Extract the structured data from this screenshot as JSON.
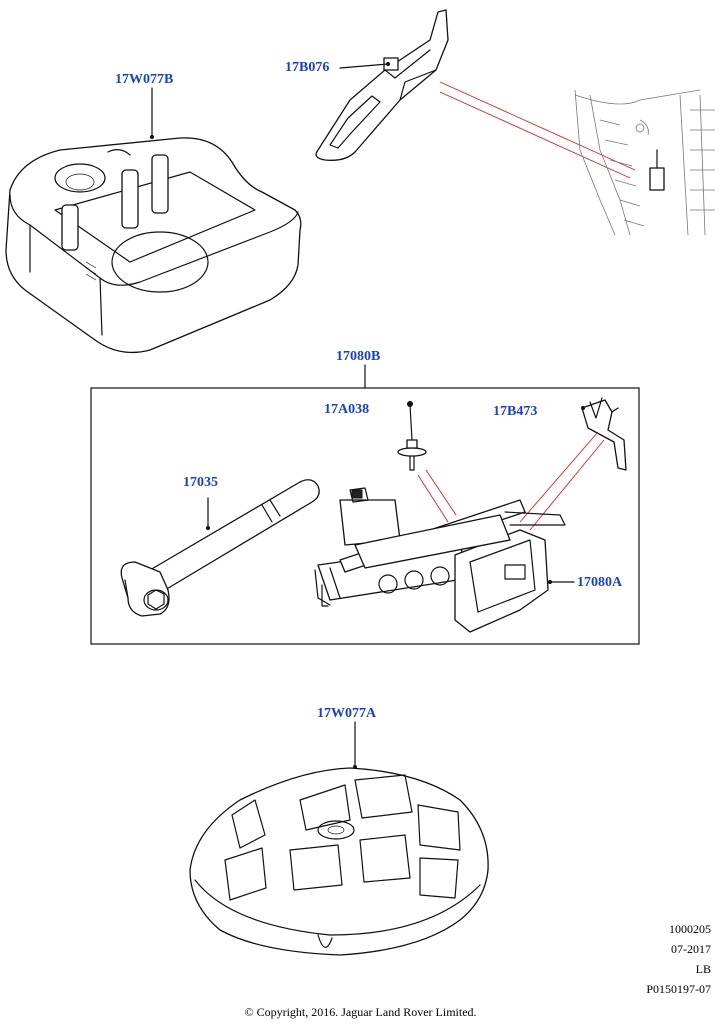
{
  "callouts": {
    "tray_upper": "17W077B",
    "bracket_upper": "17B076",
    "jack_kit": "17080B",
    "pin": "17A038",
    "clip": "17B473",
    "wrench": "17035",
    "jack": "17080A",
    "tray_lower": "17W077A"
  },
  "meta": {
    "line1": "1000205",
    "line2": "07-2017",
    "line3": "LB",
    "line4": "P0150197-07"
  },
  "copyright": "© Copyright, 2016. Jaguar Land Rover Limited.",
  "colors": {
    "callout": "#1a3fd0",
    "leader_red": "#e02020"
  }
}
